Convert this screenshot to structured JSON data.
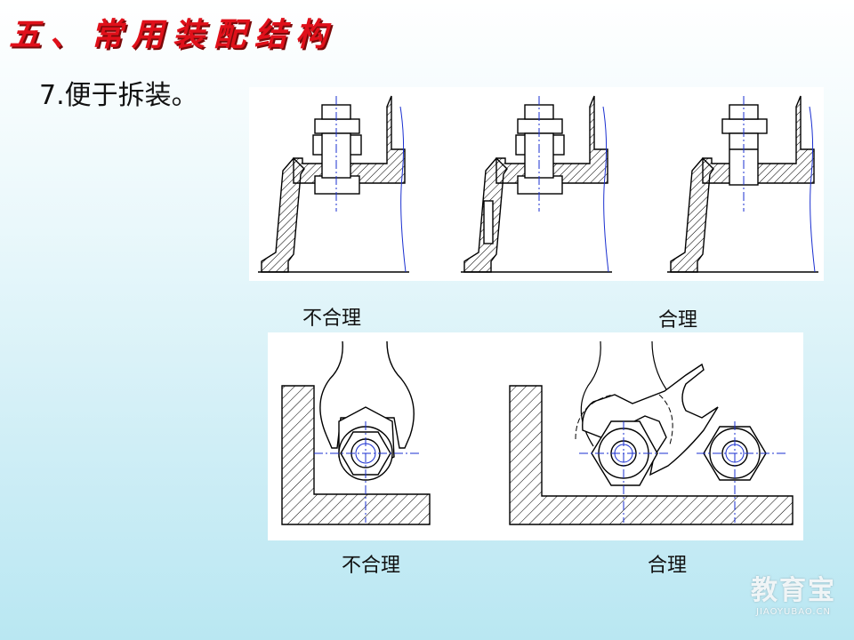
{
  "title": "五、常用装配结构",
  "subtitle": "7.便于拆装。",
  "captions": {
    "top_left": "不合理",
    "top_right": "合理",
    "bottom_left": "不合理",
    "bottom_right": "合理"
  },
  "watermark": {
    "main": "教育宝",
    "sub": "JIAOYUBAO.CN"
  },
  "colors": {
    "title": "#e0101a",
    "centerline": "#1a2fd0",
    "drawing_line": "#000000"
  }
}
